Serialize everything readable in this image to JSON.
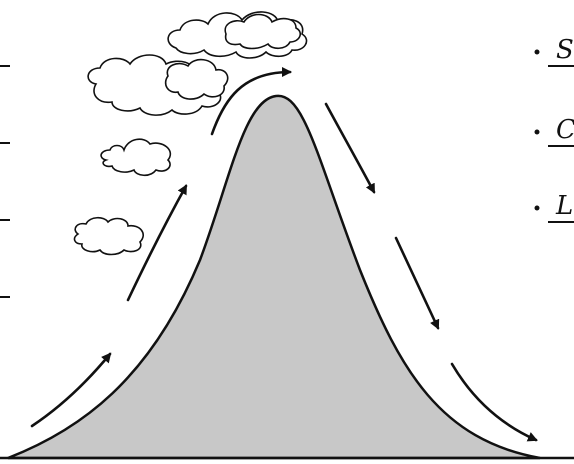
{
  "right_notes": [
    {
      "text": "S"
    },
    {
      "text": "C"
    },
    {
      "text": "L"
    }
  ],
  "colors": {
    "ink": "#111111",
    "mountain_fill": "#c8c8c8",
    "background": "#ffffff"
  },
  "icons": [
    "cloud-icon",
    "arrow-icon",
    "bullet-dot"
  ]
}
